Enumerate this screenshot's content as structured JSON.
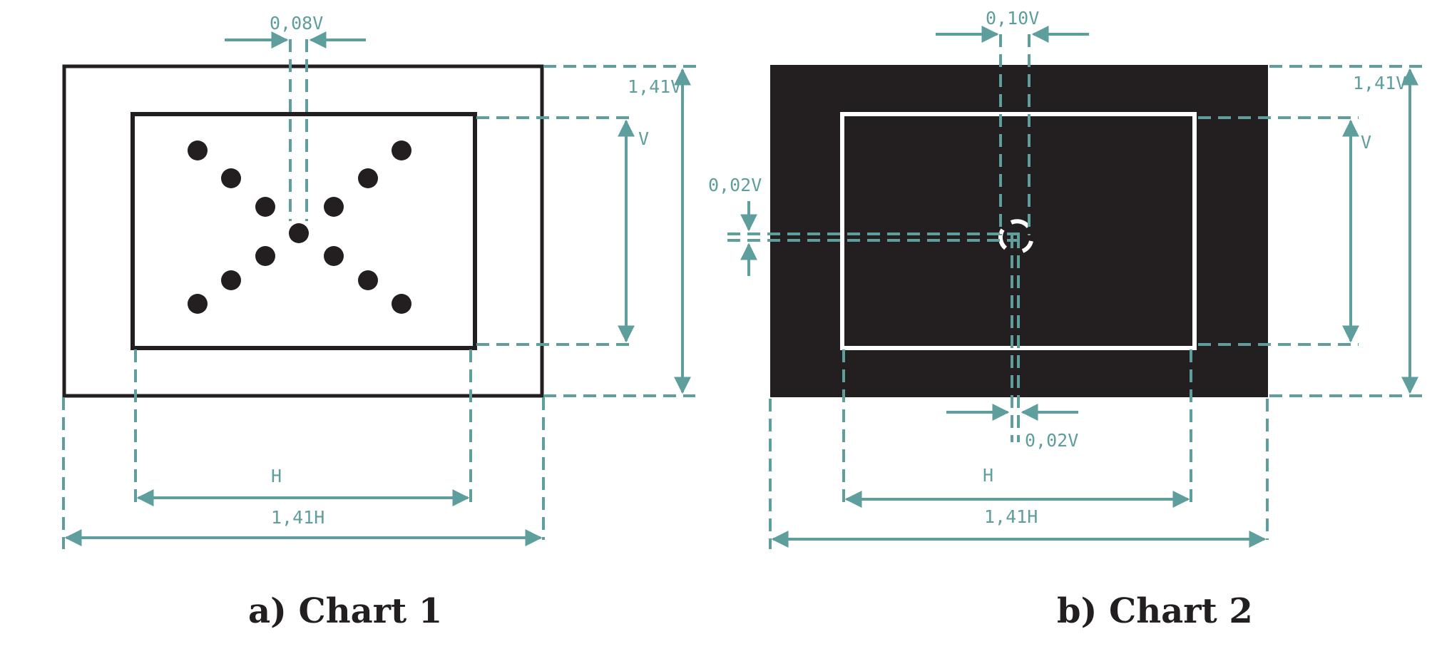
{
  "colors": {
    "dimension": "#5e9e9d",
    "ink": "#231f20",
    "paper": "#ffffff"
  },
  "chart1": {
    "caption": "a)   Chart 1",
    "spacing_label": "0,08V",
    "inner_height_label": "V",
    "outer_height_label": "1,41V",
    "inner_width_label": "H",
    "outer_width_label": "1,41H",
    "dot_count": 13
  },
  "chart2": {
    "caption": "b)   Chart 2",
    "top_spacing_label": "0,10V",
    "left_spacing_label": "0,02V",
    "bottom_spacing_label": "0,02V",
    "inner_height_label": "V",
    "outer_height_label": "1,41V",
    "inner_width_label": "H",
    "outer_width_label": "1,41H"
  }
}
